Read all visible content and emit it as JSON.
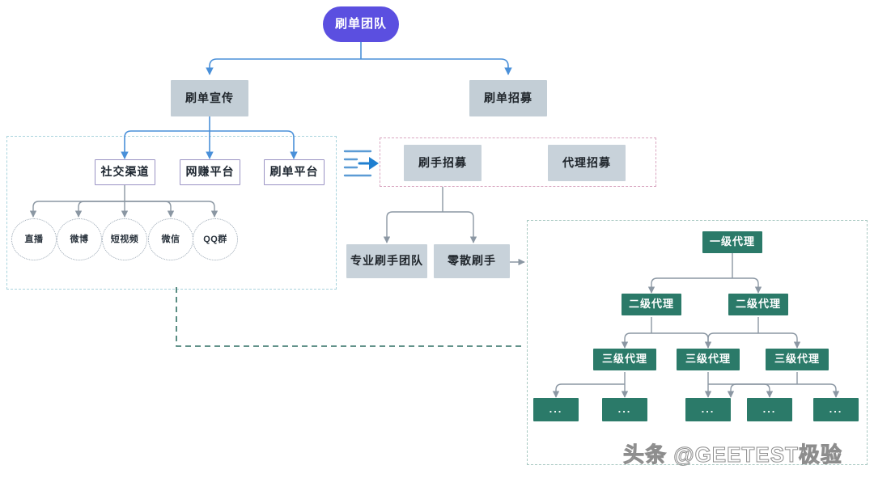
{
  "diagram": {
    "title_node": {
      "label": "刷单团队"
    },
    "level2": [
      {
        "label": "刷单宣传"
      },
      {
        "label": "刷单招募"
      }
    ],
    "promotion_channels": [
      {
        "label": "社交渠道"
      },
      {
        "label": "网赚平台"
      },
      {
        "label": "刷单平台"
      }
    ],
    "social_platforms": [
      {
        "label": "直播"
      },
      {
        "label": "微博"
      },
      {
        "label": "短视频"
      },
      {
        "label": "微信"
      },
      {
        "label": "QQ群"
      }
    ],
    "recruit": [
      {
        "label": "刷手招募"
      },
      {
        "label": "代理招募"
      }
    ],
    "shuashou_types": [
      {
        "label": "专业刷手团队"
      },
      {
        "label": "零散刷手"
      }
    ],
    "agents": {
      "level1": [
        {
          "label": "一级代理"
        }
      ],
      "level2": [
        {
          "label": "二级代理"
        },
        {
          "label": "二级代理"
        }
      ],
      "level3": [
        {
          "label": "三级代理"
        },
        {
          "label": "三级代理"
        },
        {
          "label": "三级代理"
        }
      ],
      "level4": [
        {
          "label": "..."
        },
        {
          "label": "..."
        },
        {
          "label": "..."
        },
        {
          "label": "..."
        },
        {
          "label": "..."
        }
      ]
    },
    "flow_icon": {
      "name": "lines-arrow-icon"
    },
    "watermark": {
      "text": "头条 @GEETEST极验"
    },
    "colors": {
      "root_purple": "#5b4fe0",
      "grey_node": "#c3ced6",
      "green_node": "#2b7a69",
      "blue_connector": "#4a90d9",
      "grey_connector": "#8b97a3",
      "region_blue": "#a9d3dd",
      "region_pink": "#d9a6c0",
      "region_green": "#a9c9c2"
    }
  }
}
